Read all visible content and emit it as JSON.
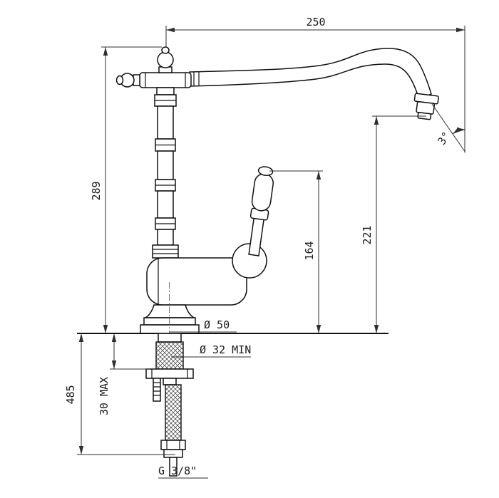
{
  "page": {
    "title": "Single-lever classic kitchen faucet - dimensional drawing"
  },
  "drawing": {
    "labels": {
      "top_width": "250",
      "overall_height": "289",
      "handle_height": "164",
      "spout_outlet_height": "221",
      "outlet_angle": "3°",
      "base_diameter": "Ø 50",
      "min_hole_diameter": "Ø 32 MIN",
      "under_counter_length": "485",
      "max_counter_thickness": "30 MAX",
      "connection_thread": "G 3/8\""
    },
    "colors": {
      "background": "#ffffff",
      "part_line": "#101010",
      "dimension_line": "#2f2f2f",
      "text": "#1a1a1a"
    }
  }
}
